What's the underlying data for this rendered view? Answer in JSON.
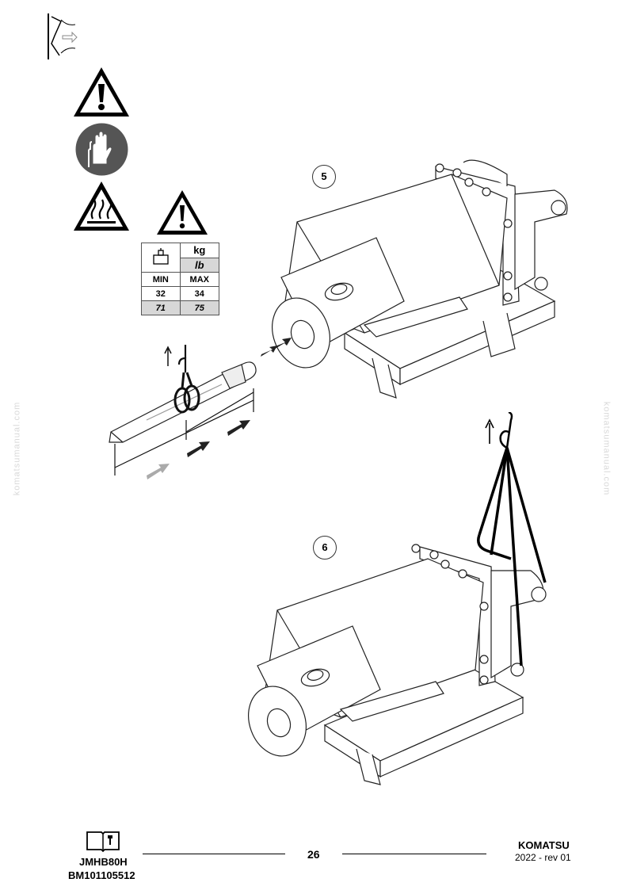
{
  "weight_table": {
    "unit_kg": "kg",
    "unit_lb": "lb",
    "min_label": "MIN",
    "max_label": "MAX",
    "min_kg": "32",
    "max_kg": "34",
    "min_lb": "71",
    "max_lb": "75"
  },
  "steps": {
    "step5": "5",
    "step6": "6"
  },
  "watermark": "komatsumanual.com",
  "footer": {
    "model": "JMHB80H",
    "doc_code": "BM101105512",
    "page_number": "26",
    "brand": "KOMATSU",
    "revision": "2022 -  rev 01"
  },
  "icons": [
    "section-corner-icon",
    "warning-triangle-icon",
    "gloves-icon",
    "hot-surface-icon",
    "caution-triangle-icon",
    "weight-icon",
    "manual-book-icon",
    "hook-icon"
  ]
}
